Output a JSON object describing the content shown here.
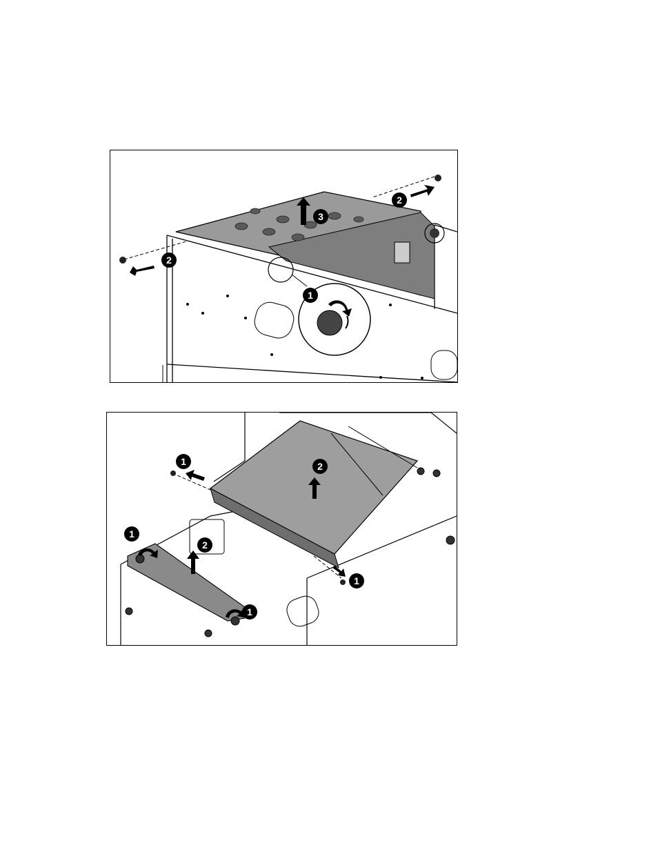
{
  "figures": [
    {
      "callouts": [
        {
          "id": "c1",
          "label": "1"
        },
        {
          "id": "c2a",
          "label": "2"
        },
        {
          "id": "c2b",
          "label": "2"
        },
        {
          "id": "c3",
          "label": "3"
        }
      ]
    },
    {
      "callouts": [
        {
          "id": "c1a",
          "label": "1"
        },
        {
          "id": "c1b",
          "label": "1"
        },
        {
          "id": "c1c",
          "label": "1"
        },
        {
          "id": "c1d",
          "label": "1"
        },
        {
          "id": "c2a",
          "label": "2"
        },
        {
          "id": "c2b",
          "label": "2"
        }
      ]
    }
  ],
  "colors": {
    "line": "#000000",
    "panel_gray": "#9a9a9a",
    "panel_dark": "#6e6e6e",
    "callout_fill": "#000000"
  }
}
